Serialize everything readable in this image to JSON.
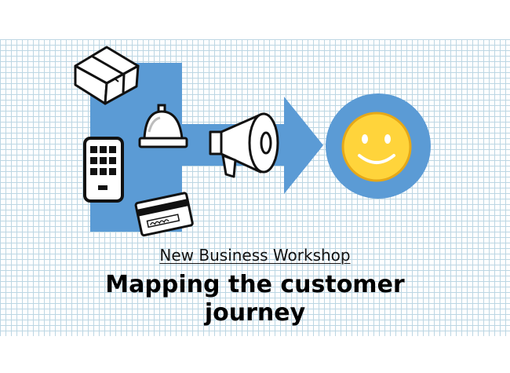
{
  "slide": {
    "subtitle": "New Business Workshop",
    "title_line1": "Mapping the customer",
    "title_line2": "journey"
  },
  "colors": {
    "accent_blue": "#5b9bd5",
    "grid_line": "#bcd6e3",
    "smiley_yellow": "#ffd43b",
    "smiley_outline": "#e6a817"
  },
  "icons": [
    "package-box-icon",
    "service-bell-icon",
    "megaphone-icon",
    "tablet-icon",
    "credit-card-icon",
    "smiley-face-icon",
    "arrow-icon"
  ]
}
